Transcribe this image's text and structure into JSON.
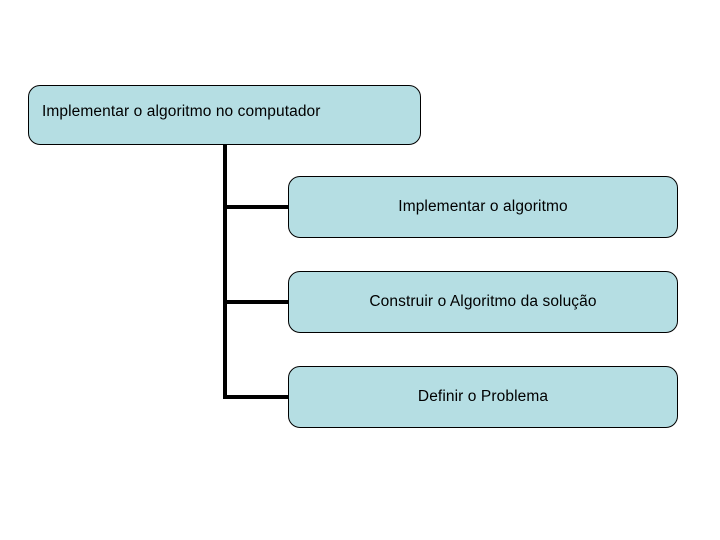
{
  "diagram": {
    "type": "hierarchy-tree",
    "orientation": "vertical-trunk-with-horizontal-branches",
    "colors": {
      "node_fill": "#b5dee3",
      "node_border": "#000000",
      "connector": "#000000",
      "background": "#ffffff",
      "text": "#000000"
    },
    "root": {
      "label": "Implementar o algoritmo no computador"
    },
    "children": [
      {
        "label": "Implementar o algoritmo"
      },
      {
        "label": "Construir o Algoritmo da solução"
      },
      {
        "label": "Definir o Problema"
      }
    ]
  }
}
